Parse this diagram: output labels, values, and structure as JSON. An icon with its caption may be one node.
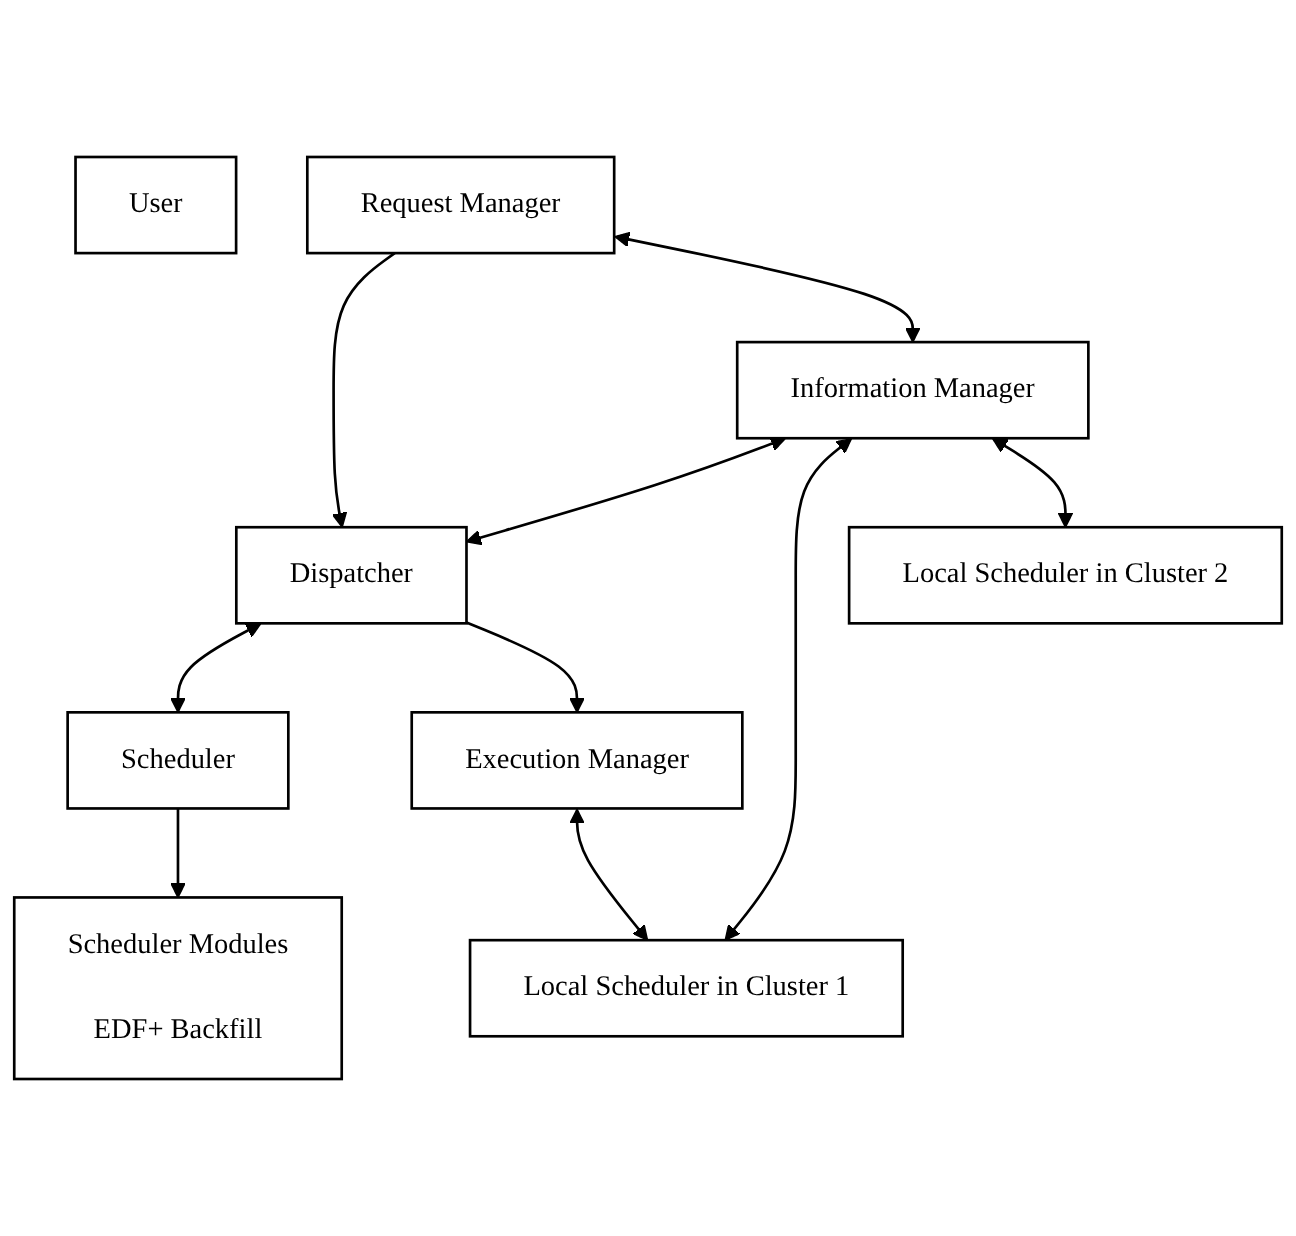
{
  "diagram": {
    "nodes": [
      {
        "text": [
          "User"
        ]
      },
      {
        "text": [
          "Request Manager"
        ]
      },
      {
        "text": [
          "Dispatcher"
        ]
      },
      {
        "text": [
          "Scheduler"
        ]
      },
      {
        "text": [
          "Information Manager"
        ]
      },
      {
        "text": [
          "Execution Manager"
        ]
      },
      {
        "text": [
          "Scheduler Modules",
          "EDF+ Backfill"
        ]
      },
      {
        "text": [
          "Local Scheduler in Cluster 1"
        ]
      },
      {
        "text": [
          "Local Scheduler in Cluster 2"
        ]
      }
    ],
    "edges": [
      {
        "from": 1,
        "to": 2,
        "arrow": "to"
      },
      {
        "from": 2,
        "to": 3,
        "arrow": "both"
      },
      {
        "from": 1,
        "to": 4,
        "arrow": "both"
      },
      {
        "from": 4,
        "to": 2,
        "arrow": "both"
      },
      {
        "from": 2,
        "to": 5,
        "arrow": "to"
      },
      {
        "from": 3,
        "to": 6,
        "arrow": "to"
      },
      {
        "from": 4,
        "to": 7,
        "arrow": "both"
      },
      {
        "from": 4,
        "to": 8,
        "arrow": "both"
      },
      {
        "from": 5,
        "to": 7,
        "arrow": "both"
      }
    ]
  }
}
